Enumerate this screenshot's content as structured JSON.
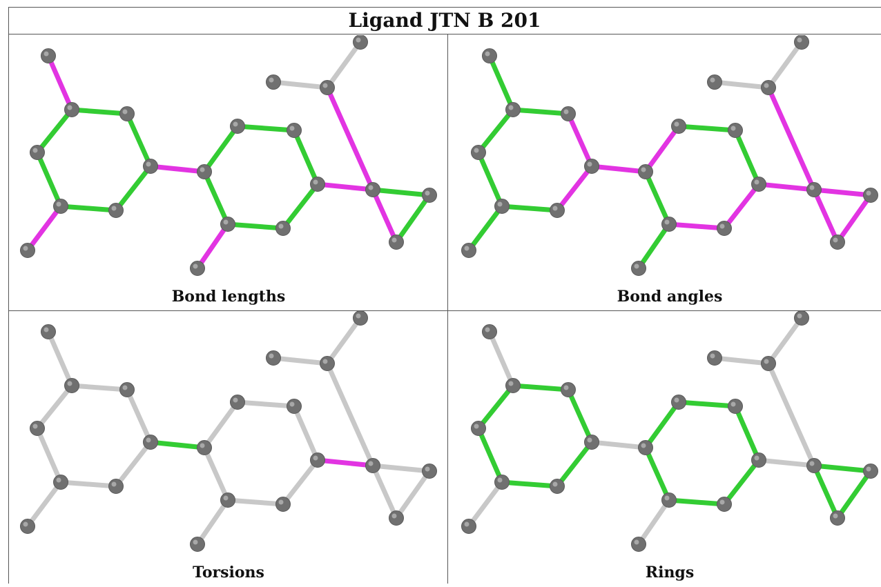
{
  "title": "Ligand JTN B 201",
  "colors": {
    "neutral": "#c8c8c8",
    "ok": "#33cc33",
    "outlier": "#e234e2",
    "atom": "#707070"
  },
  "panels": [
    {
      "caption": "Bond lengths",
      "bond_colors": [
        "outlier",
        "ok",
        "ok",
        "ok",
        "ok",
        "ok",
        "ok",
        "outlier",
        "outlier",
        "ok",
        "ok",
        "ok",
        "ok",
        "ok",
        "ok",
        "outlier",
        "outlier",
        "neutral",
        "neutral",
        "outlier",
        "ok",
        "ok",
        "outlier"
      ]
    },
    {
      "caption": "Bond angles",
      "bond_colors": [
        "ok",
        "ok",
        "outlier",
        "outlier",
        "ok",
        "ok",
        "ok",
        "ok",
        "outlier",
        "outlier",
        "ok",
        "ok",
        "outlier",
        "outlier",
        "ok",
        "ok",
        "outlier",
        "neutral",
        "neutral",
        "outlier",
        "outlier",
        "outlier",
        "outlier"
      ]
    },
    {
      "caption": "Torsions",
      "bond_colors": [
        "neutral",
        "neutral",
        "neutral",
        "neutral",
        "neutral",
        "neutral",
        "neutral",
        "neutral",
        "ok",
        "neutral",
        "neutral",
        "neutral",
        "neutral",
        "neutral",
        "neutral",
        "neutral",
        "outlier",
        "neutral",
        "neutral",
        "neutral",
        "neutral",
        "neutral",
        "neutral"
      ]
    },
    {
      "caption": "Rings",
      "bond_colors": [
        "neutral",
        "ok",
        "ok",
        "ok",
        "ok",
        "ok",
        "ok",
        "neutral",
        "neutral",
        "ok",
        "ok",
        "ok",
        "ok",
        "ok",
        "ok",
        "neutral",
        "neutral",
        "neutral",
        "neutral",
        "neutral",
        "ok",
        "ok",
        "ok"
      ]
    }
  ]
}
